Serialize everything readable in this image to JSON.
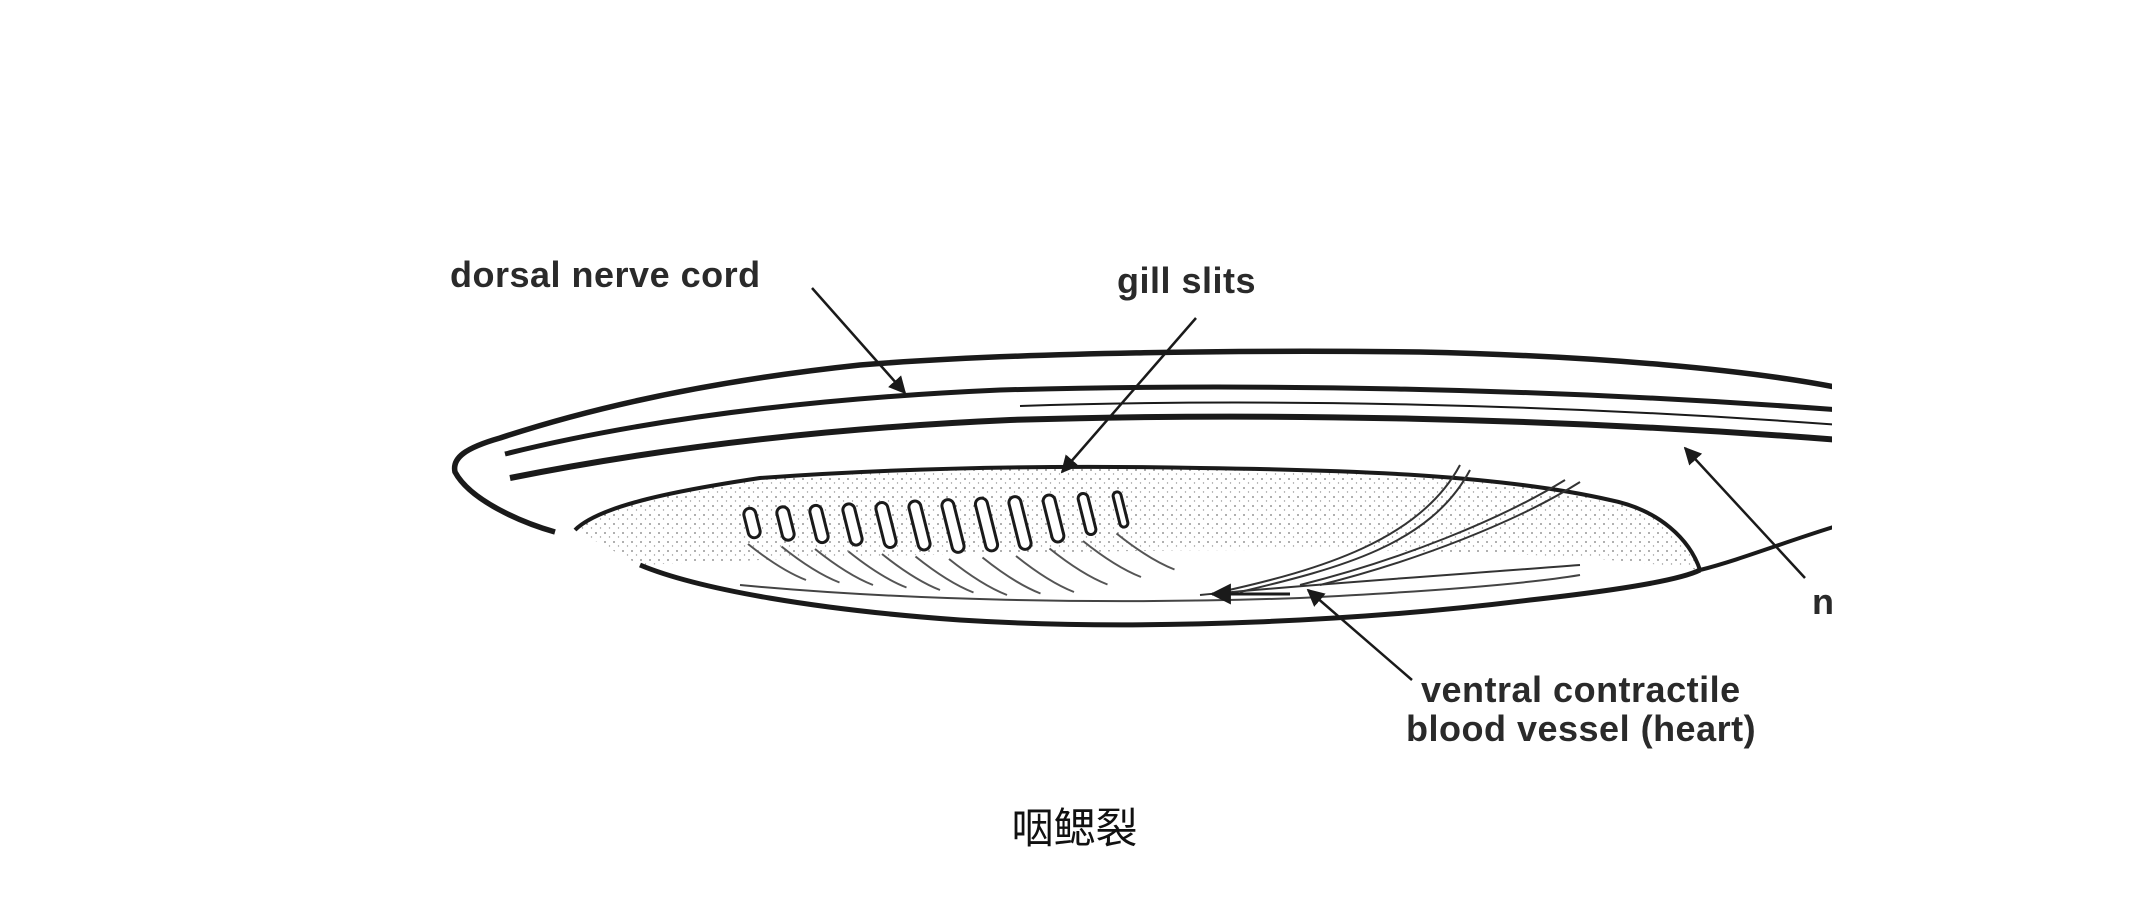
{
  "diagram": {
    "labels": {
      "dorsal_nerve_cord": "dorsal nerve cord",
      "gill_slits": "gill slits",
      "ventral_vessel_line1": "ventral contractile",
      "ventral_vessel_line2": "blood vessel (heart)",
      "partial_right_label": "n"
    },
    "caption": "咽鳃裂"
  }
}
